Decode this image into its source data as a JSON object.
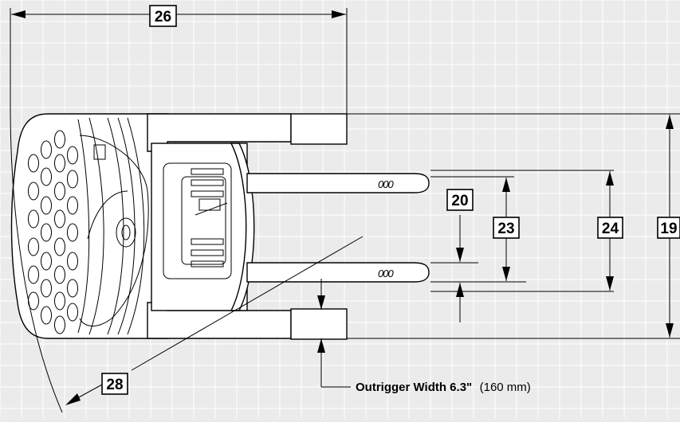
{
  "diagram": {
    "colors": {
      "background": "#ebebeb",
      "grid": "#ffffff",
      "line": "#000000",
      "callout_fill": "#ffffff"
    },
    "callouts": {
      "c26": "26",
      "c19": "19",
      "c20": "20",
      "c23": "23",
      "c24": "24",
      "c28": "28"
    },
    "note": {
      "label": "Outrigger Width 6.3\"",
      "metric": "(160 mm)"
    },
    "fork_marking": "000"
  }
}
